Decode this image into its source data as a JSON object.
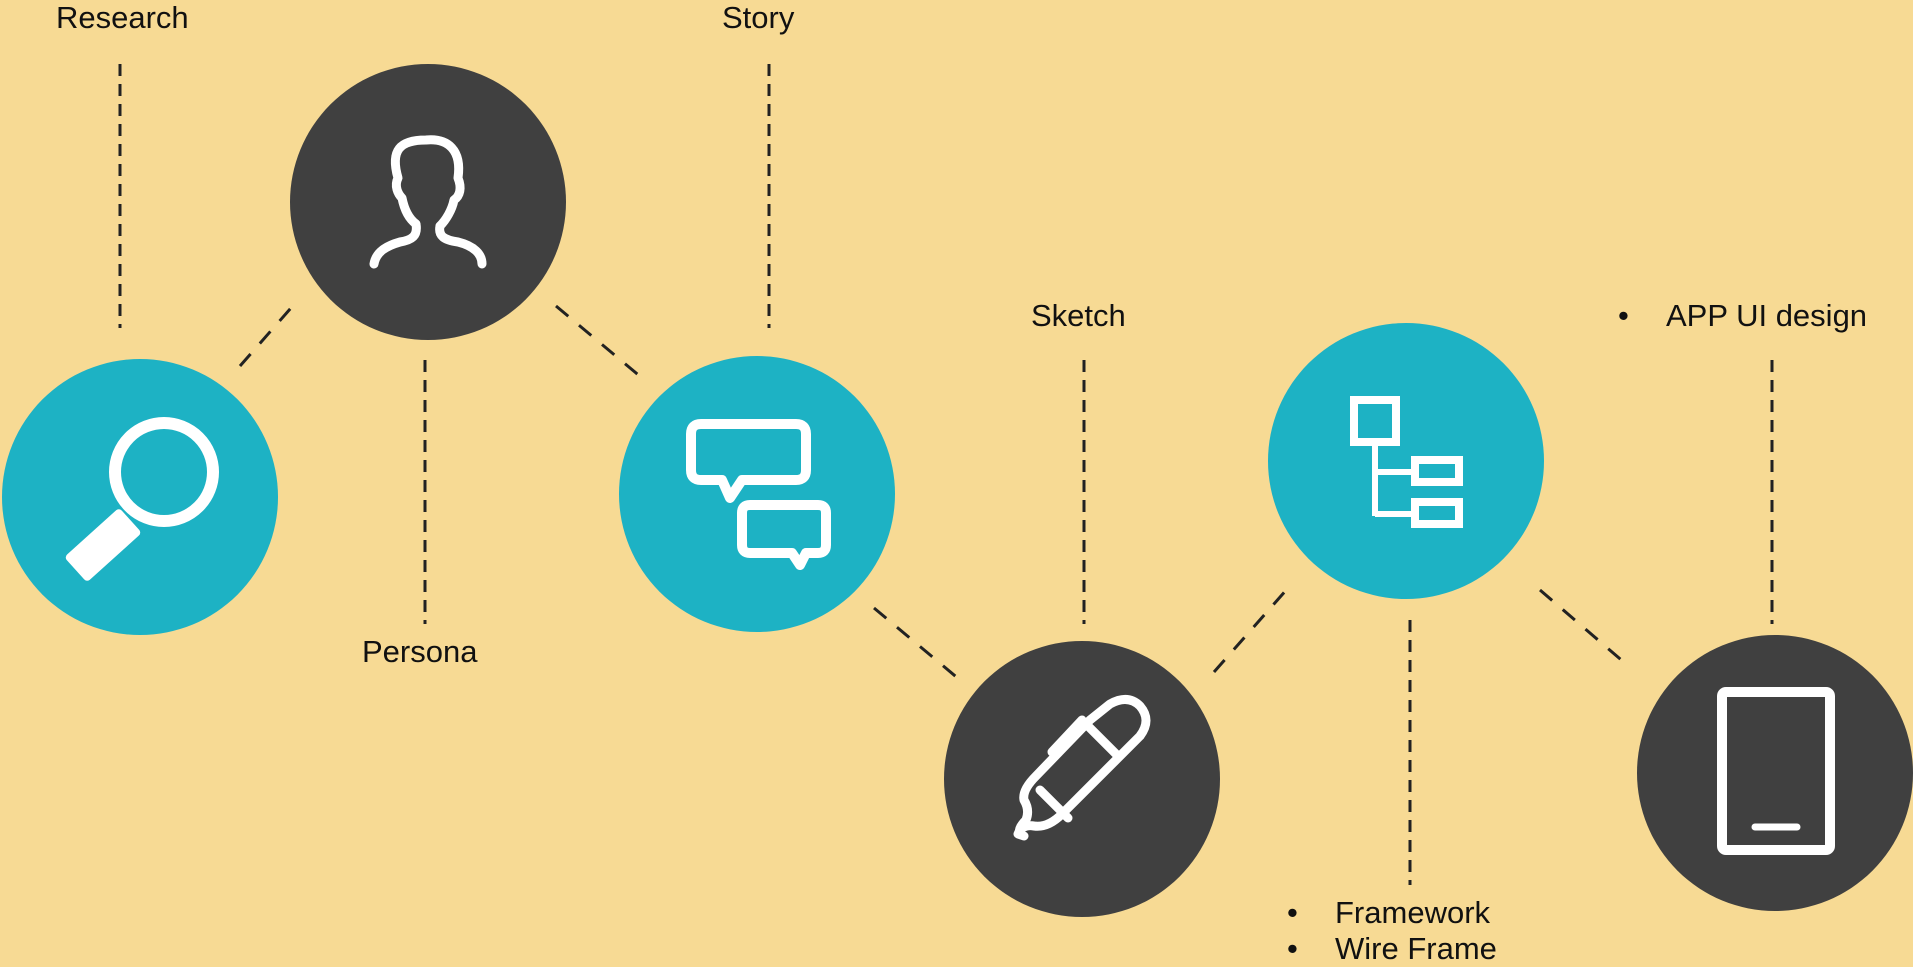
{
  "colors": {
    "background": "#f7da94",
    "teal": "#1db2c4",
    "dark": "#404040",
    "icon": "#ffffff",
    "connector": "#222222"
  },
  "steps": [
    {
      "id": "research",
      "label": "Research",
      "icon": "magnifier-icon",
      "fill": "teal"
    },
    {
      "id": "persona",
      "label": "Persona",
      "icon": "person-icon",
      "fill": "dark"
    },
    {
      "id": "story",
      "label": "Story",
      "icon": "chat-bubbles-icon",
      "fill": "teal"
    },
    {
      "id": "sketch",
      "label": "Sketch",
      "icon": "pen-icon",
      "fill": "dark"
    },
    {
      "id": "framework",
      "items": [
        "Framework",
        "Wire Frame"
      ],
      "icon": "sitemap-icon",
      "fill": "teal"
    },
    {
      "id": "ui",
      "items": [
        "APP UI design"
      ],
      "icon": "tablet-icon",
      "fill": "dark"
    }
  ],
  "bullet": "•"
}
